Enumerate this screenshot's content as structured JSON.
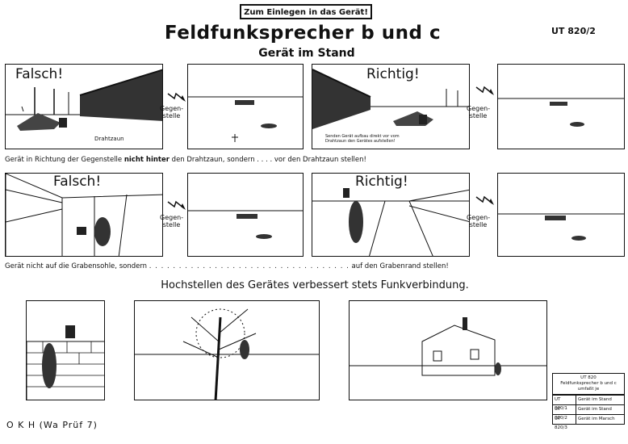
{
  "header": {
    "tag": "Zum Einlegen in das Gerät!",
    "title": "Feldfunksprecher b und c",
    "subtitle": "Gerät im Stand",
    "code": "UT 820/2"
  },
  "row1": {
    "wrong_label": "Falsch!",
    "right_label": "Richtig!",
    "drahtzaun_label": "Drahtzaun",
    "station_label_1": "Gegen-\nstelle",
    "station_label_2": "Gegen-\nstelle",
    "note": "Senden Gerät aufbau direkt vor vom\nDrahtzaun den Gerätes aufstellen!",
    "caption_a": "Gerät in Richtung der Gegenstelle",
    "caption_b": "nicht hinter",
    "caption_c": "den Drahtzaun, sondern . . . . vor den Drahtzaun stellen!"
  },
  "row2": {
    "wrong_label": "Falsch!",
    "right_label": "Richtig!",
    "station_label_1": "Gegen-\nstelle",
    "station_label_2": "Gegen-\nstelle",
    "caption_a": "Gerät nicht auf die Grabensohle, sondern",
    "caption_b": ". . . . . . . . . . . . . . . . . . . . . . . . . . . . . . . . . .",
    "caption_c": "auf den Grabenrand stellen!"
  },
  "row3": {
    "caption": "Hochstellen des Gerätes verbessert stets Funkverbindung."
  },
  "footer": {
    "okh": "O K H  (Wa Prüf 7)",
    "legend_head_1": "UT 820",
    "legend_head_2": "Feldfunksprecher b und c",
    "legend_head_3": "umfaßt je",
    "legend_rows": [
      {
        "code": "UT 820/1",
        "text": "Gerät im Stand"
      },
      {
        "code": "UT 820/2",
        "text": "Gerät im Stand"
      },
      {
        "code": "UT 820/3",
        "text": "Gerät im Marsch"
      }
    ]
  }
}
